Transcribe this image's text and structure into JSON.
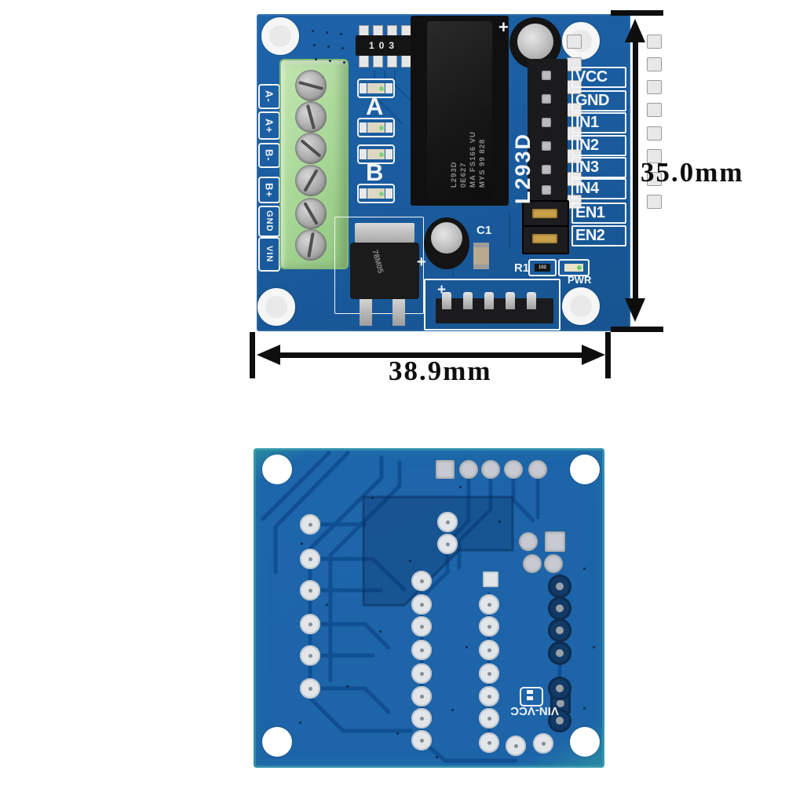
{
  "dimension_annotations": {
    "board_height": "35.0mm",
    "board_width": "38.9mm"
  },
  "front_board": {
    "screw_terminal_labels": [
      "A-",
      "A+",
      "B-",
      "B+",
      "GND",
      "VIN"
    ],
    "motor_channel_labels": [
      "A",
      "B"
    ],
    "header_pin_labels": [
      "VCC",
      "GND",
      "IN1",
      "IN2",
      "IN3",
      "IN4",
      "EN1",
      "EN2"
    ],
    "board_silkscreen_chip_label": "L293D",
    "ic_marking_lines": [
      "L293D",
      "0E627",
      "MA FS166 VU",
      "MYS 99 828"
    ],
    "resistor_network_marking": "103",
    "voltage_regulator_marking": "78M05",
    "capacitor_designator": "C1",
    "resistor_designator": "R1",
    "resistor_marking": "102",
    "power_led_label": "PWR",
    "polarity_mark": "+"
  },
  "back_board": {
    "silkscreen_label": "VIN-VCC"
  },
  "colors": {
    "front_board_blue": "#1a5c9f",
    "back_board_blue": "#1d64a9",
    "back_board_edge_teal": "#2f9aa6",
    "terminal_block_green": "#a6d795",
    "silkscreen_white": "#f2f5f8",
    "annotation_black": "#0e0e0e"
  }
}
